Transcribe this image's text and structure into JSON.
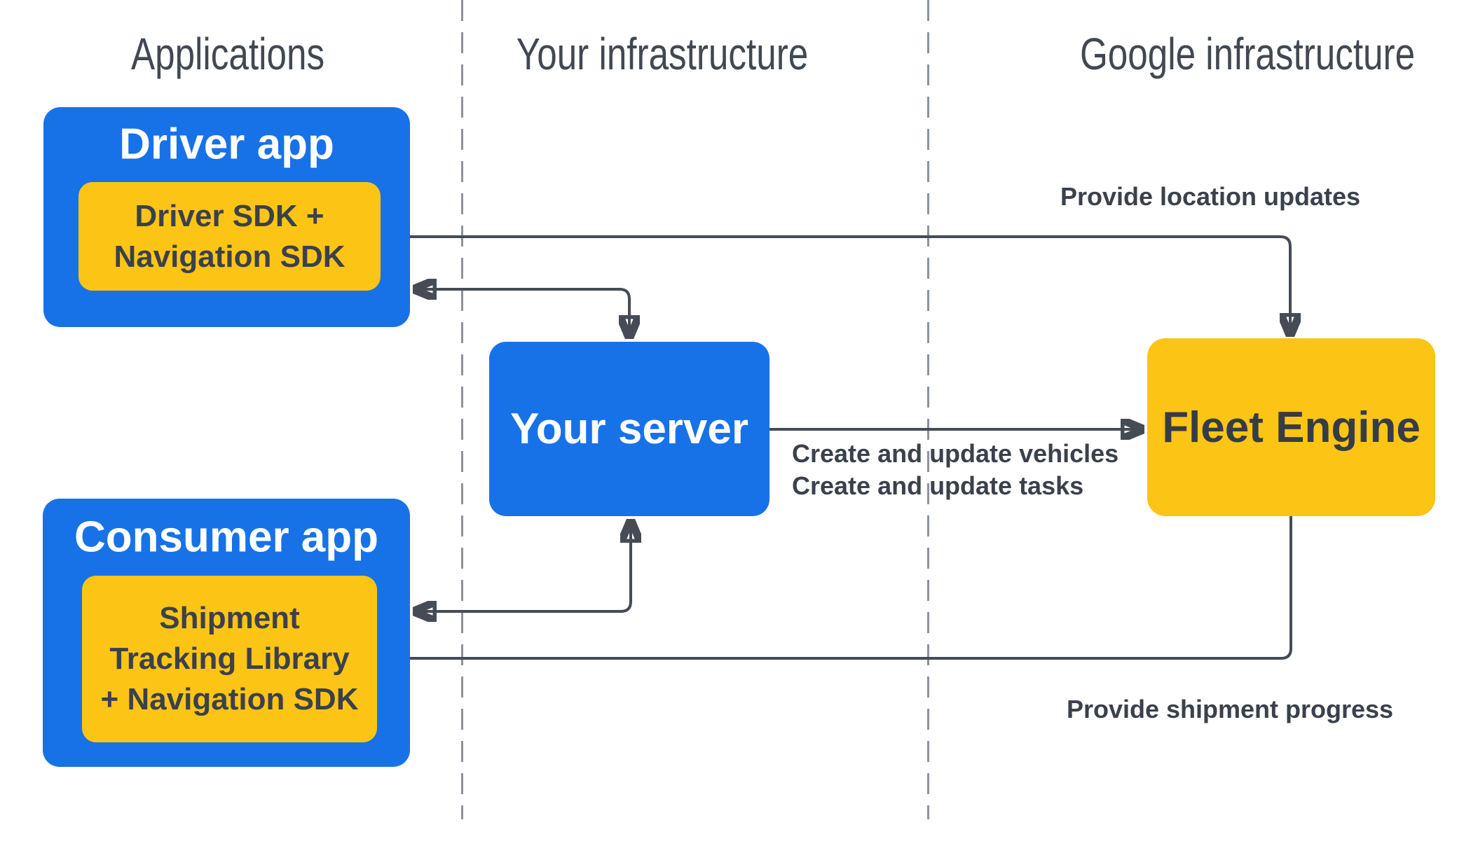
{
  "columns": [
    {
      "label": "Applications"
    },
    {
      "label": "Your infrastructure"
    },
    {
      "label": "Google infrastructure"
    }
  ],
  "nodes": {
    "driver_app": {
      "title": "Driver app",
      "sdk_lines": [
        "Driver SDK +",
        "Navigation SDK"
      ]
    },
    "consumer_app": {
      "title": "Consumer app",
      "sdk_lines": [
        "Shipment",
        "Tracking Library",
        "+ Navigation SDK"
      ]
    },
    "your_server": {
      "title": "Your server"
    },
    "fleet_engine": {
      "title": "Fleet Engine"
    }
  },
  "edges": {
    "location_updates": {
      "label": "Provide location updates"
    },
    "create_update": {
      "lines": [
        "Create and update vehicles",
        "Create and update tasks"
      ]
    },
    "shipment_progress": {
      "label": "Provide shipment progress"
    }
  },
  "colors": {
    "box_blue": "#1772E8",
    "box_yellow": "#FCC415",
    "arrow": "#454C55",
    "text_dark": "#3A414C",
    "title_on_blue": "#FFFFFF",
    "header_text": "#414851",
    "divider_gray": "#8C93A0",
    "background": "#FFFFFF"
  }
}
